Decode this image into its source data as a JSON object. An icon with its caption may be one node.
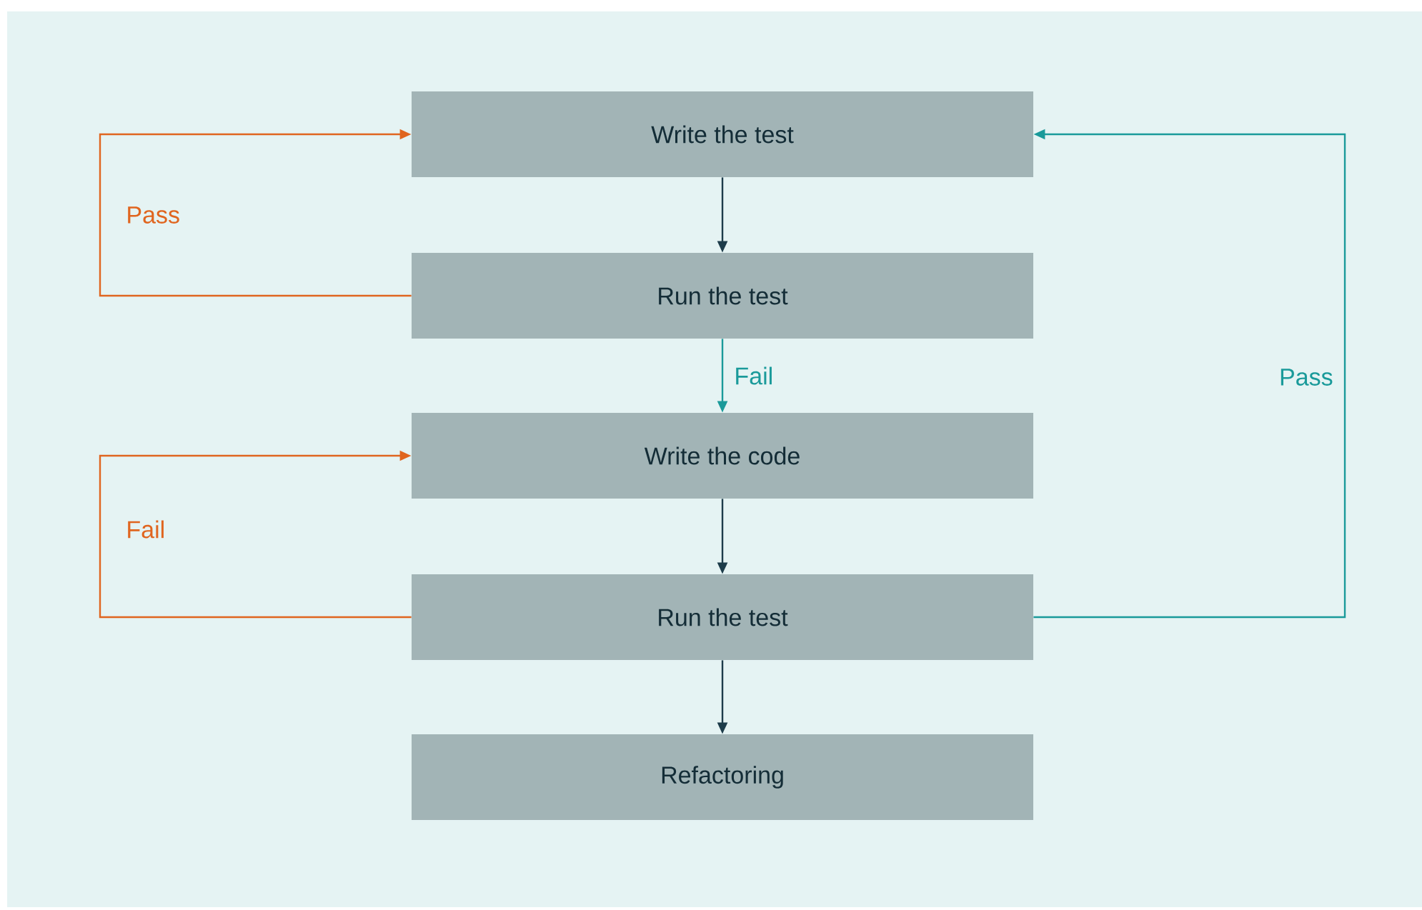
{
  "diagram": {
    "nodes": [
      {
        "text": [
          "Write the test"
        ]
      },
      {
        "text": [
          "Run the test"
        ]
      },
      {
        "text": [
          "Write the code"
        ]
      },
      {
        "text": [
          "Run the test"
        ]
      },
      {
        "text": [
          "Refactoring"
        ]
      }
    ],
    "edges": [
      {
        "from": 0,
        "to": 1,
        "arrow": "to"
      },
      {
        "from": 1,
        "to": 2,
        "arrow": "to",
        "label": "Fail",
        "color": "#1a9a9a"
      },
      {
        "from": 2,
        "to": 3,
        "arrow": "to"
      },
      {
        "from": 3,
        "to": 4,
        "arrow": "to"
      },
      {
        "from": 1,
        "to": 0,
        "arrow": "to",
        "label": "Pass",
        "color": "#e0651f"
      },
      {
        "from": 3,
        "to": 2,
        "arrow": "to",
        "label": "Fail",
        "color": "#e0651f"
      },
      {
        "from": 3,
        "to": 0,
        "arrow": "to",
        "label": "Pass",
        "color": "#1a9a9a"
      }
    ]
  }
}
